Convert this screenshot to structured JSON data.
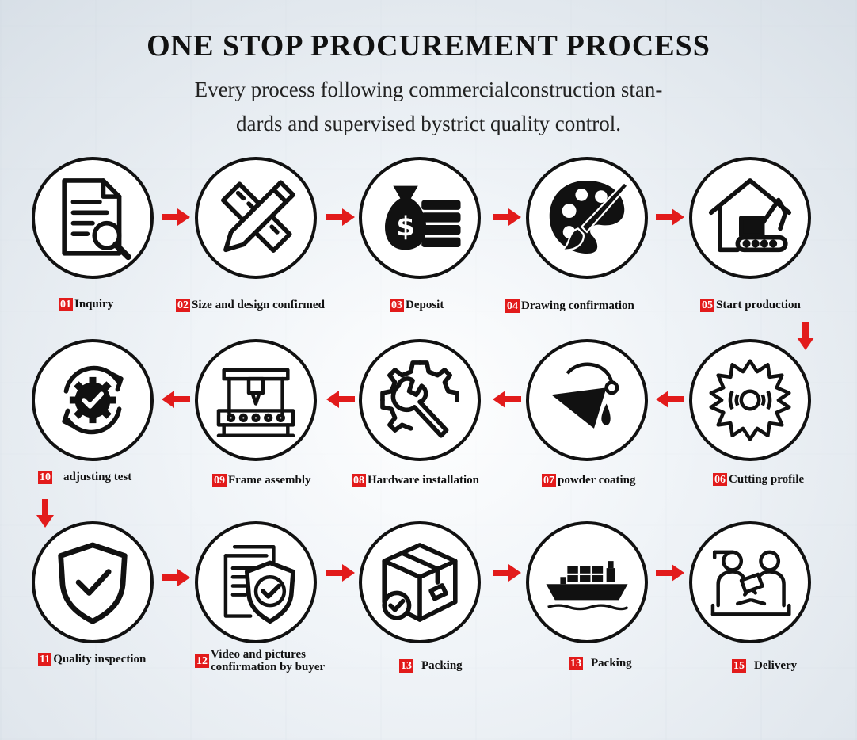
{
  "header": {
    "title": "ONE STOP PROCUREMENT PROCESS",
    "subtitle_line1": "Every process following commercialconstruction stan-",
    "subtitle_line2": "dards and supervised bystrict quality control."
  },
  "colors": {
    "accent": "#e21b1b",
    "ink": "#111111"
  },
  "steps": [
    {
      "num": "01",
      "label": "Inquiry",
      "icon": "document-search-icon"
    },
    {
      "num": "02",
      "label": "Size and design confirmed",
      "icon": "ruler-pencil-icon"
    },
    {
      "num": "03",
      "label": "Deposit",
      "icon": "money-bag-icon"
    },
    {
      "num": "04",
      "label": "Drawing confirmation",
      "icon": "palette-icon"
    },
    {
      "num": "05",
      "label": "Start production",
      "icon": "factory-crane-icon"
    },
    {
      "num": "06",
      "label": "Cutting profile",
      "icon": "saw-blade-icon"
    },
    {
      "num": "07",
      "label": "powder coating",
      "icon": "paint-bucket-icon"
    },
    {
      "num": "08",
      "label": "Hardware installation",
      "icon": "wrench-gear-icon"
    },
    {
      "num": "09",
      "label": "Frame assembly",
      "icon": "assembly-machine-icon"
    },
    {
      "num": "10",
      "label": "adjusting test",
      "icon": "gear-refresh-icon"
    },
    {
      "num": "11",
      "label": "Quality inspection",
      "icon": "shield-check-icon"
    },
    {
      "num": "12",
      "label": "Video and pictures",
      "label2": "confirmation by buyer",
      "icon": "document-check-icon"
    },
    {
      "num": "13",
      "label": "Packing",
      "icon": "box-check-icon"
    },
    {
      "num": "13",
      "label": "Packing",
      "icon": "cargo-ship-icon"
    },
    {
      "num": "15",
      "label": "Delivery",
      "icon": "delivery-handshake-icon"
    }
  ]
}
